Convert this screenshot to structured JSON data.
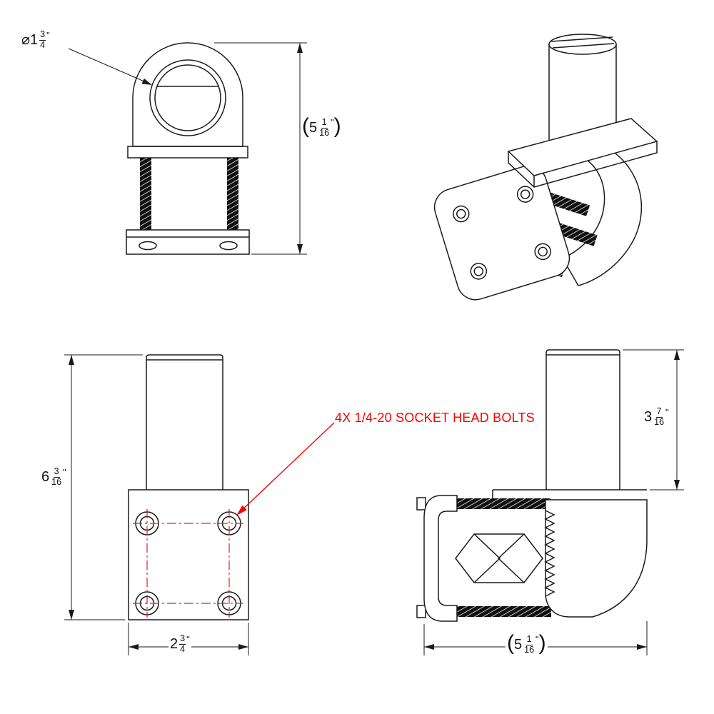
{
  "drawing": {
    "note": {
      "text": "4X 1/4-20 SOCKET HEAD BOLTS"
    },
    "colors": {
      "annotation": "#FF0000",
      "centerline": "#D2281E",
      "lines": "#1A1A1A",
      "background": "#FFFFFF"
    },
    "dimensions": {
      "bore_diameter": {
        "open": "",
        "pre": "⌀",
        "whole": "1",
        "num": "3",
        "den": "4",
        "unit": "\"",
        "close": ""
      },
      "clamp_height": {
        "open": "(",
        "pre": "",
        "whole": "5",
        "num": "1",
        "den": "16",
        "unit": "\"",
        "close": ")"
      },
      "overall_height": {
        "open": "",
        "pre": "",
        "whole": "6",
        "num": "3",
        "den": "16",
        "unit": "\"",
        "close": ""
      },
      "flange_width": {
        "open": "",
        "pre": "",
        "whole": "2",
        "num": "3",
        "den": "4",
        "unit": "\"",
        "close": ""
      },
      "tube_height": {
        "open": "",
        "pre": "",
        "whole": "3",
        "num": "7",
        "den": "16",
        "unit": "\"",
        "close": ""
      },
      "overall_width": {
        "open": "(",
        "pre": "",
        "whole": "5",
        "num": "1",
        "den": "16",
        "unit": "\"",
        "close": ")"
      }
    }
  }
}
